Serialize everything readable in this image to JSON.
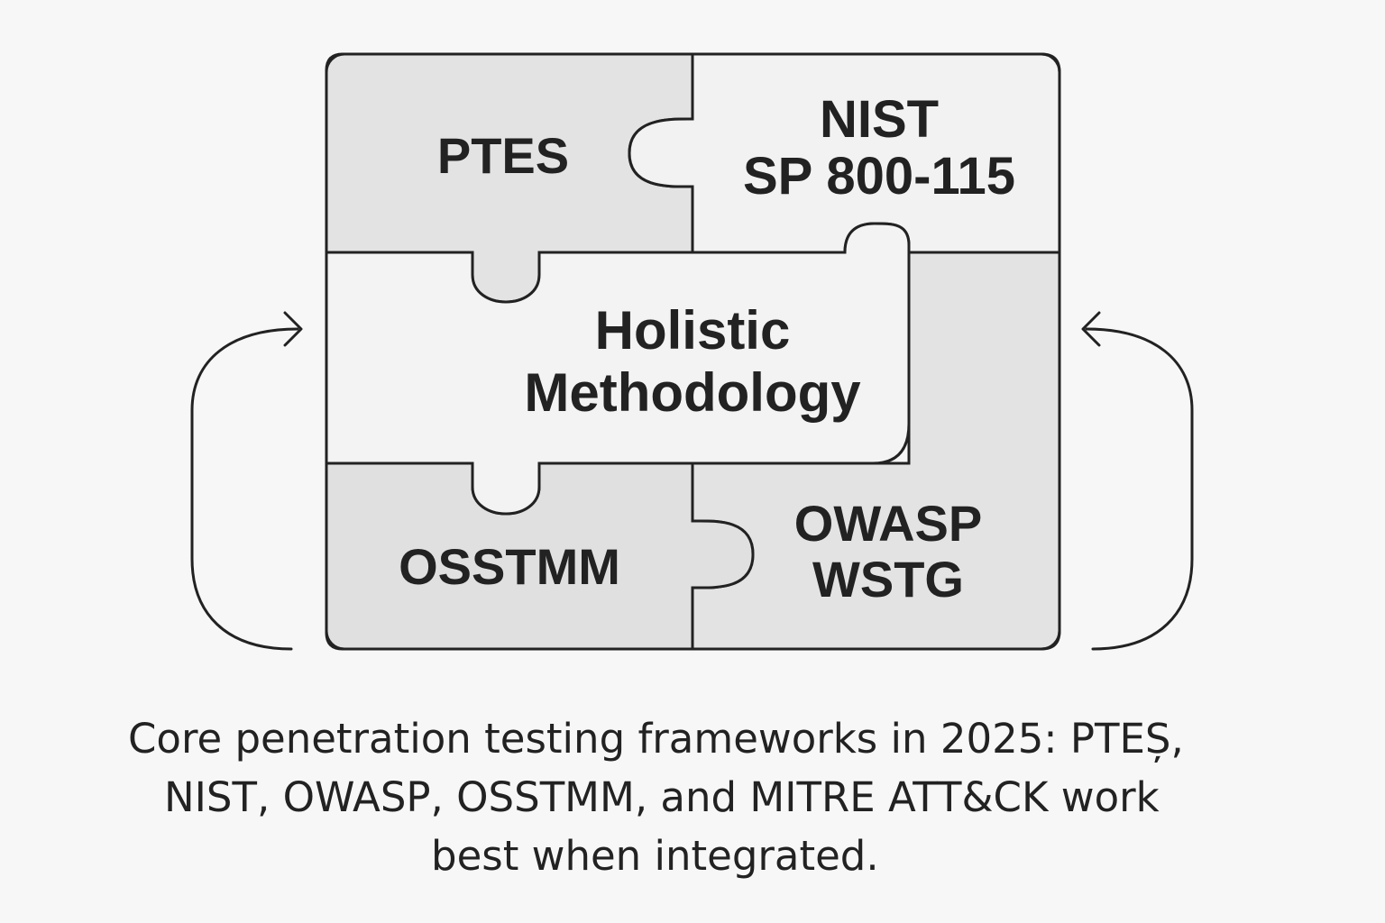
{
  "pieces": {
    "ptes": {
      "label": "PTES"
    },
    "nist": {
      "line1": "NIST",
      "line2": "SP 800-115"
    },
    "holistic": {
      "line1": "Holistic",
      "line2": "Methodology"
    },
    "osstmm": {
      "label": "OSSTMM"
    },
    "owasp": {
      "line1": "OWASP",
      "line2": "WSTG"
    }
  },
  "caption": {
    "line1": "Core penetration testing frameworks in 2025: PTEȘ,",
    "line2": "NIST, OWASP, OSSTMM, and MITRE ATT&CK work",
    "line3": "best when integrated."
  },
  "colors": {
    "stroke": "#222222",
    "piece_dark": "#e1e1e1",
    "piece_mid": "#e7e7e7",
    "piece_light": "#f2f2f2",
    "background": "#f7f7f7"
  }
}
